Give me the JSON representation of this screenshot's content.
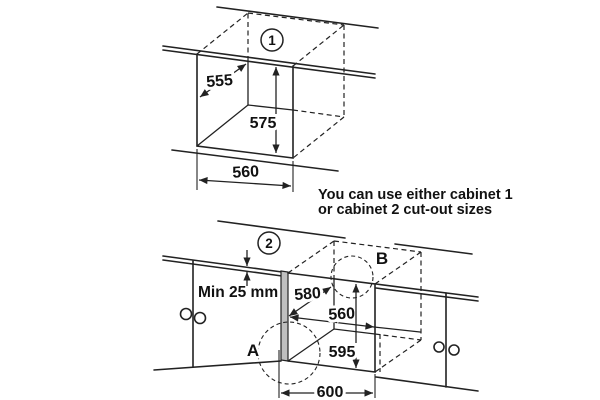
{
  "caption": {
    "line1": "You can use either cabinet 1",
    "line2": "or cabinet 2 cut-out sizes"
  },
  "cabinet1": {
    "badge": "1",
    "depth_mm": "555",
    "height_mm": "575",
    "width_mm": "560"
  },
  "cabinet2": {
    "badge": "2",
    "min_top_gap": "Min 25 mm",
    "depth_mm": "580",
    "cutout_width_mm": "560",
    "height_mm": "595",
    "outer_width_mm": "600",
    "detail_label_front": "A",
    "detail_label_back": "B"
  },
  "colors": {
    "line": "#222222",
    "panel_strip": "#bfbfbf",
    "background": "#ffffff"
  }
}
